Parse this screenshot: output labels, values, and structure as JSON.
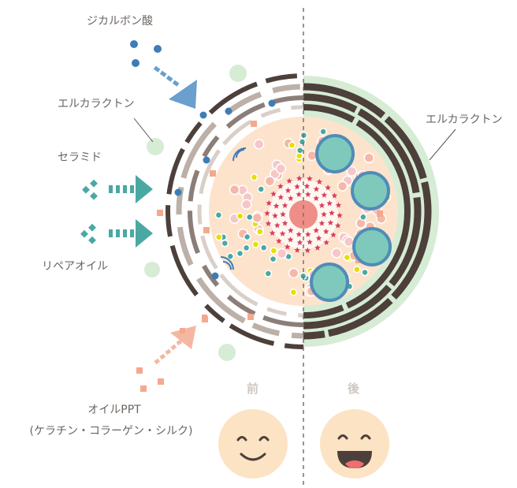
{
  "labels": {
    "carbonic_acid": "ジカルボン酸",
    "elcaracton_left": "エルカラクトン",
    "ceramide": "セラミド",
    "repair_oil": "リペアオイル",
    "oil_ppt_line1": "オイルPPT",
    "oil_ppt_line2": "(ケラチン・コラーゲン・シルク)",
    "elcaracton_right": "エルカラクトン"
  },
  "comparison": {
    "before": "前",
    "after": "後"
  },
  "colors": {
    "cortex": "#fde3cc",
    "cuticle_dark": "#4d3f3a",
    "cuticle_light": "#bcb0a8",
    "coating": "#d6ecd5",
    "repair_cell": "#7ec9bb",
    "repair_cell_border": "#4f8cb8",
    "blue_dot": "#3e7cb6",
    "teal": "#4aa8a3",
    "salmon": "#f0a890",
    "star": "#d83e62",
    "core": "#ee8e86",
    "face": "#fce3c4"
  }
}
